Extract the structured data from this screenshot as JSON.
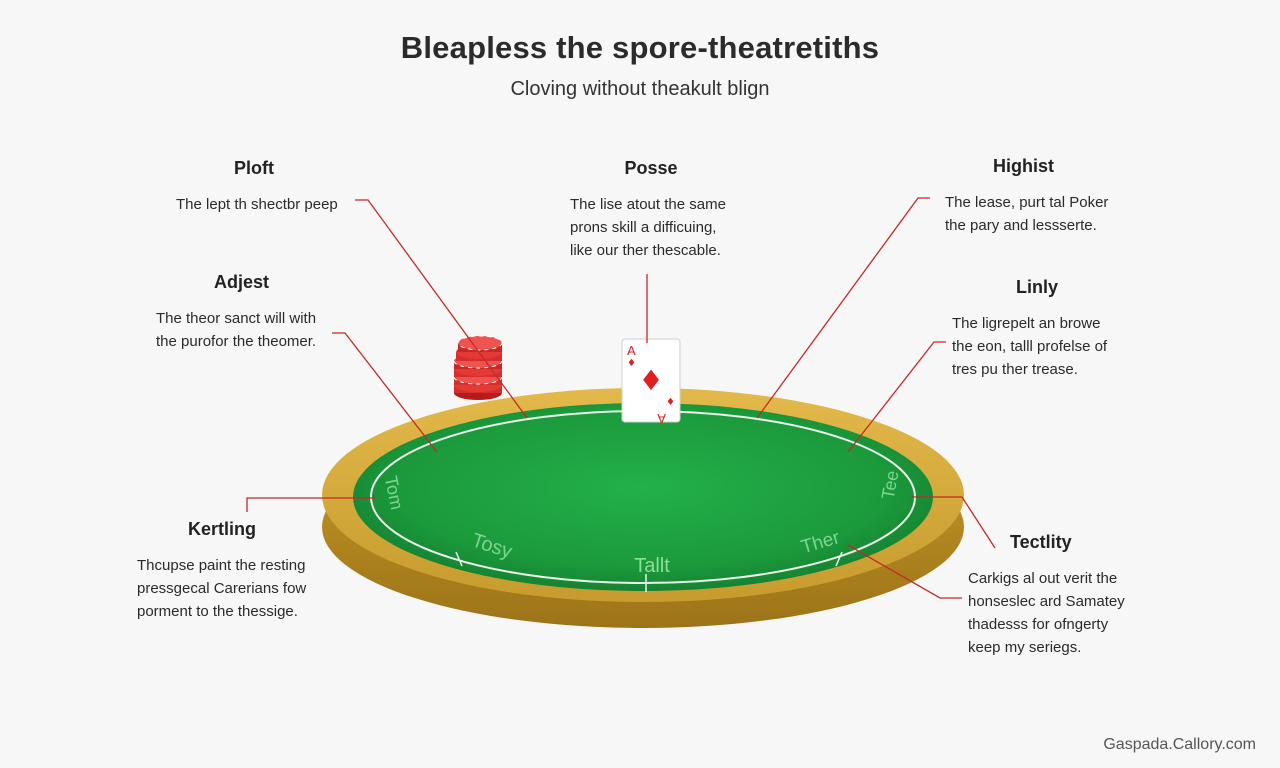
{
  "title": "Bleapless the spore-theatretiths",
  "subtitle": "Cloving without theakult blign",
  "callouts": [
    {
      "id": "ploft",
      "heading": "Ploft",
      "lines": [
        "The lept th shectbr peep"
      ]
    },
    {
      "id": "posse",
      "heading": "Posse",
      "lines": [
        "The lise atout the same",
        "prons skill a difficuing,",
        "like our ther thescable."
      ]
    },
    {
      "id": "highist",
      "heading": "Highist",
      "lines": [
        "The lease, purt tal Poker",
        "the pary and lessserte."
      ]
    },
    {
      "id": "adjest",
      "heading": "Adjest",
      "lines": [
        "The theor sanct will with",
        "the purofor the theomer."
      ]
    },
    {
      "id": "linly",
      "heading": "Linly",
      "lines": [
        "The ligrepelt an browe",
        "the eon, talll profelse of",
        "tres pu ther trease."
      ]
    },
    {
      "id": "kertling",
      "heading": "Kertling",
      "lines": [
        "Thcupse paint the resting",
        "pressgecal Carerians fow",
        "porment to the thessige."
      ]
    },
    {
      "id": "tectlity",
      "heading": "Tectlity",
      "lines": [
        "Carkigs al out verit the",
        "honseslec ard Samatey",
        "thadesss for ofngerty",
        "keep my seriegs."
      ]
    }
  ],
  "table_labels": {
    "left": "Tom",
    "front_left": "Tosy",
    "front": "Tallt",
    "front_right": "Ther",
    "right": "Tee"
  },
  "card": {
    "rank": "A",
    "suit": "♦"
  },
  "watermark": "Gaspada.Callory.com",
  "colors": {
    "felt": "#1fa33f",
    "rail": "#c9a033",
    "leader": "#c62828",
    "chips": "#e53935"
  }
}
